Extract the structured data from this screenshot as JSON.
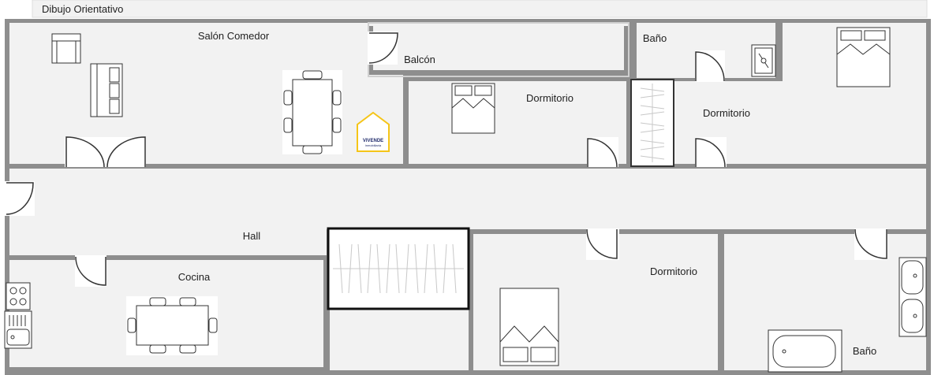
{
  "title": "Dibujo Orientativo",
  "colors": {
    "wall": "#8e8e8e",
    "floor": "#f2f2f2",
    "furniture": "#ffffff",
    "stroke": "#333333",
    "logo": "#f5c518",
    "logo_text": "#1f2a6b"
  },
  "rooms": {
    "salon": "Salón Comedor",
    "balcon": "Balcón",
    "bano_top": "Baño",
    "dormitorio_1": "Dormitorio",
    "dormitorio_2": "Dormitorio",
    "hall": "Hall",
    "cocina": "Cocina",
    "dormitorio_3": "Dormitorio",
    "bano_bottom": "Baño"
  },
  "logo": {
    "name": "VIVENDE",
    "tagline": "inmobiliaria"
  },
  "icons": [
    "bed-icon",
    "sofa-icon",
    "dining-table-icon",
    "shower-icon",
    "bathtub-icon",
    "sink-icon",
    "stove-icon",
    "door-swing-icon",
    "wardrobe-icon"
  ]
}
